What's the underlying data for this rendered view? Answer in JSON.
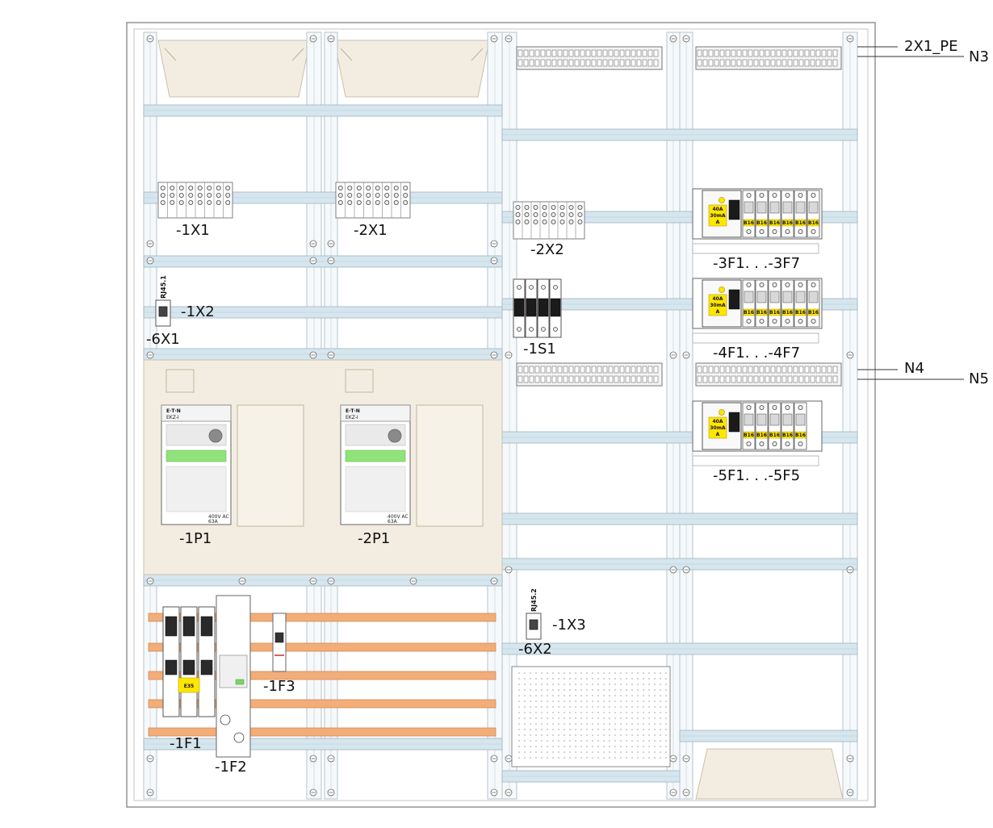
{
  "labels": {
    "x1_1": "-1X1",
    "x2_1": "-2X1",
    "x2_2": "-2X2",
    "x1_2": "-1X2",
    "x6_1": "-6X1",
    "s1_1": "-1S1",
    "f3_range": "-3F1. . .-3F7",
    "f4_range": "-4F1. . .-4F7",
    "f5_range": "-5F1. . .-5F5",
    "p1_1": "-1P1",
    "p1_2": "-2P1",
    "x1_3": "-1X3",
    "x6_2": "-6X2",
    "f1_1": "-1F1",
    "f1_2": "-1F2",
    "f1_3": "-1F3"
  },
  "external": {
    "pe": "2X1_PE",
    "n3": "N3",
    "n4": "N4",
    "n5": "N5"
  },
  "rj45": {
    "a": "RJ45.1",
    "b": "RJ45.2"
  },
  "rcd": {
    "rating": "40A",
    "sens": "30mA",
    "type": "A"
  },
  "mcb": "B16",
  "fuse": "E35",
  "meter": {
    "brand": "E·T·N",
    "model": "EKZ-I",
    "spec1": "400V AC",
    "spec2": "63A"
  },
  "colors": {
    "frame": "#9a9a9a",
    "rail": "#d6e6ee",
    "busbar": "#f2ad78",
    "cover": "#f3ede1",
    "warn": "#ffe600"
  }
}
